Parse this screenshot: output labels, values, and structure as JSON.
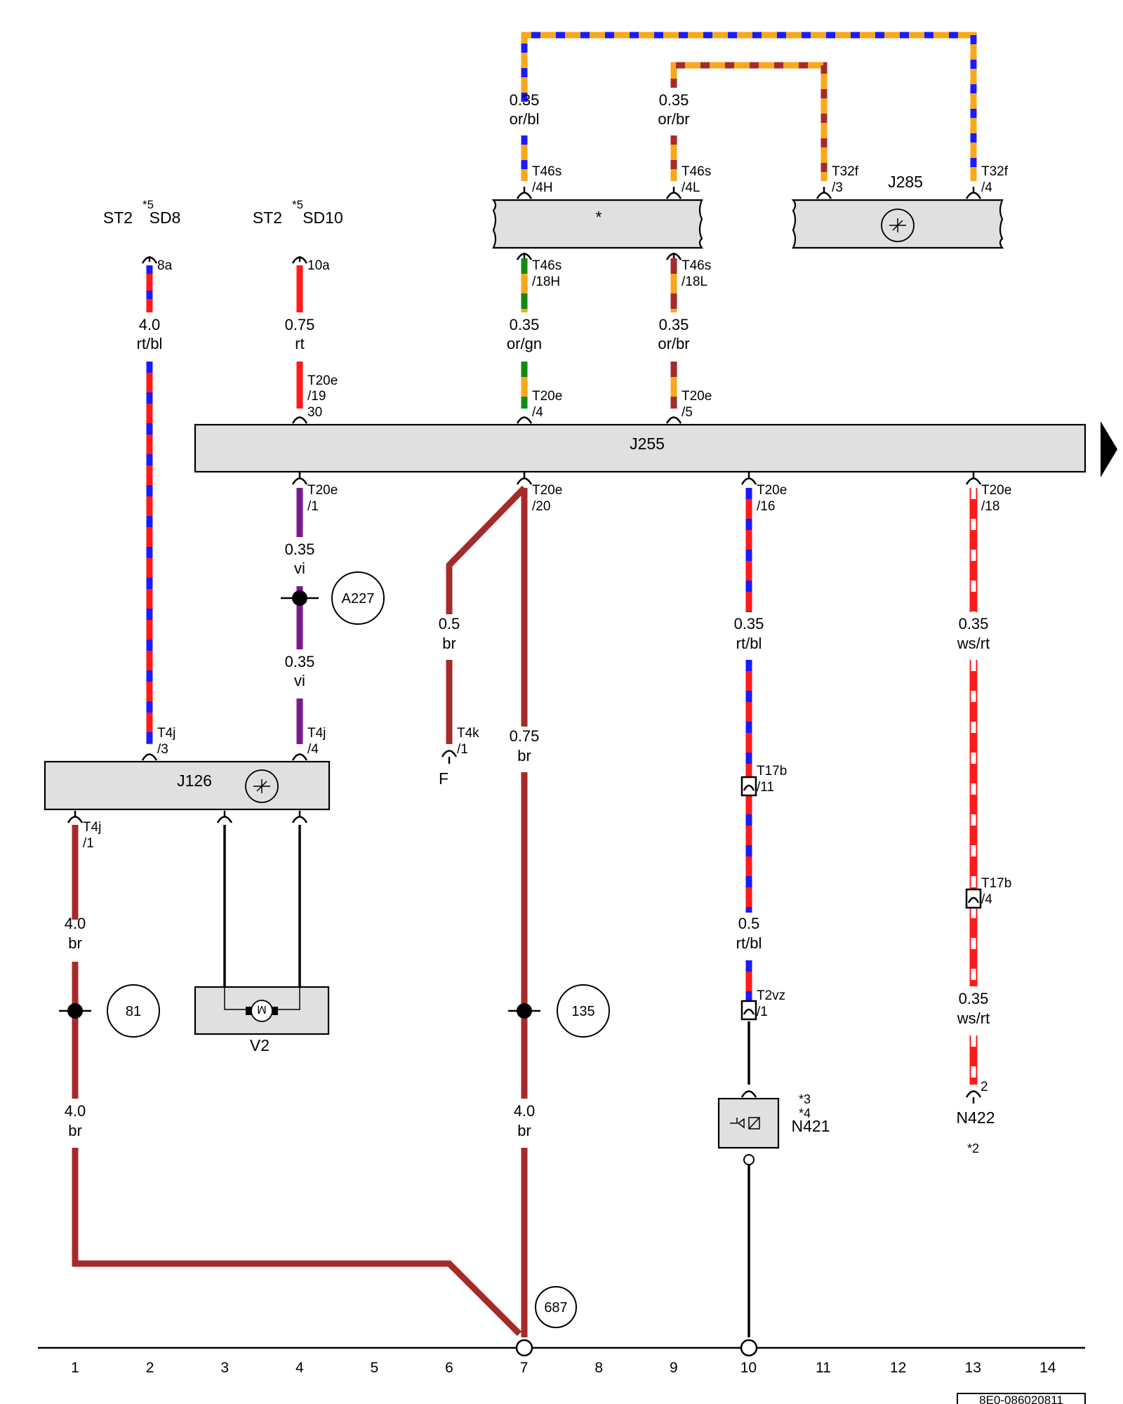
{
  "colors": {
    "rt": "#ff1a1a",
    "bl": "#1a1aff",
    "or": "#f7a81b",
    "br": "#a52a2a",
    "gn": "#138a13",
    "vi": "#7a1a8c",
    "ws": "#ffffff",
    "sw": "#000000",
    "component_fill": "#e0e0e0"
  },
  "components": {
    "j255": "J255",
    "j285": "J285",
    "j126": "J126",
    "v2": "V2",
    "n421": "N421",
    "n422": "N422",
    "f": "F",
    "gateway_star": "*"
  },
  "top_labels": {
    "st2_a": "ST2",
    "star5_a": "*5",
    "sd8": "SD8",
    "st2_b": "ST2",
    "star5_b": "*5",
    "sd10": "SD10"
  },
  "footnotes": {
    "n421_a": "*3",
    "n421_b": "*4",
    "n422": "*2"
  },
  "wires": [
    {
      "id": "w1",
      "section": "0.35",
      "color": "or/bl"
    },
    {
      "id": "w2",
      "section": "0.35",
      "color": "or/br"
    },
    {
      "id": "w3",
      "section": "4.0",
      "color": "rt/bl"
    },
    {
      "id": "w4",
      "section": "0.75",
      "color": "rt"
    },
    {
      "id": "w5",
      "section": "0.35",
      "color": "or/gn"
    },
    {
      "id": "w6",
      "section": "0.35",
      "color": "or/br"
    },
    {
      "id": "w7",
      "section": "0.35",
      "color": "vi"
    },
    {
      "id": "w8",
      "section": "0.35",
      "color": "vi"
    },
    {
      "id": "w9",
      "section": "0.5",
      "color": "br"
    },
    {
      "id": "w10",
      "section": "0.75",
      "color": "br"
    },
    {
      "id": "w11",
      "section": "0.35",
      "color": "rt/bl"
    },
    {
      "id": "w12",
      "section": "0.35",
      "color": "ws/rt"
    },
    {
      "id": "w13",
      "section": "0.5",
      "color": "rt/bl"
    },
    {
      "id": "w14",
      "section": "0.35",
      "color": "ws/rt"
    },
    {
      "id": "w15",
      "section": "4.0",
      "color": "br"
    },
    {
      "id": "w16",
      "section": "4.0",
      "color": "br"
    },
    {
      "id": "w17",
      "section": "4.0",
      "color": "br"
    }
  ],
  "pins": {
    "t46s_4h": {
      "conn": "T46s",
      "pin": "/4H"
    },
    "t46s_4l": {
      "conn": "T46s",
      "pin": "/4L"
    },
    "t32f_3": {
      "conn": "T32f",
      "pin": "/3"
    },
    "t32f_4": {
      "conn": "T32f",
      "pin": "/4"
    },
    "p8a": {
      "pin": "8a"
    },
    "p10a": {
      "pin": "10a"
    },
    "t46s_18h": {
      "conn": "T46s",
      "pin": "/18H"
    },
    "t46s_18l": {
      "conn": "T46s",
      "pin": "/18L"
    },
    "t20e_19": {
      "conn": "T20e",
      "pin": "/19",
      "pin2": "30"
    },
    "t20e_4": {
      "conn": "T20e",
      "pin": "/4"
    },
    "t20e_5": {
      "conn": "T20e",
      "pin": "/5"
    },
    "t20e_1": {
      "conn": "T20e",
      "pin": "/1"
    },
    "t20e_20": {
      "conn": "T20e",
      "pin": "/20"
    },
    "t20e_16": {
      "conn": "T20e",
      "pin": "/16"
    },
    "t20e_18": {
      "conn": "T20e",
      "pin": "/18"
    },
    "t4j_3": {
      "conn": "T4j",
      "pin": "/3"
    },
    "t4j_4": {
      "conn": "T4j",
      "pin": "/4"
    },
    "t4k_1": {
      "conn": "T4k",
      "pin": "/1"
    },
    "t4j_1": {
      "conn": "T4j",
      "pin": "/1"
    },
    "t17b_11": {
      "conn": "T17b",
      "pin": "/11"
    },
    "t17b_4": {
      "conn": "T17b",
      "pin": "/4"
    },
    "t2vz_1": {
      "conn": "T2vz",
      "pin": "/1"
    },
    "n422_2": {
      "pin": "2"
    }
  },
  "refs": {
    "a227": "A227",
    "r81": "81",
    "r135": "135",
    "r687": "687"
  },
  "grid_numbers": [
    "1",
    "2",
    "3",
    "4",
    "5",
    "6",
    "7",
    "8",
    "9",
    "10",
    "11",
    "12",
    "13",
    "14"
  ],
  "diagram_code": "8E0-086020811"
}
